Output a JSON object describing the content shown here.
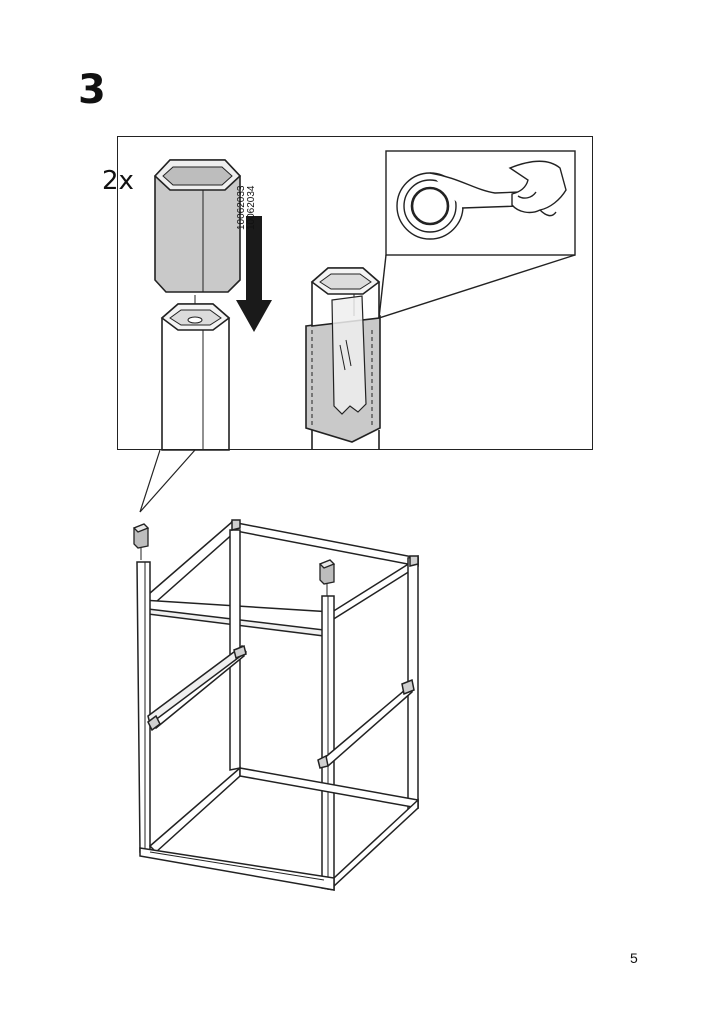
{
  "step": {
    "number": "3"
  },
  "detail": {
    "quantity": "2x",
    "part_numbers": [
      "10062033",
      "10062034"
    ]
  },
  "footer": {
    "page_number": "5"
  }
}
